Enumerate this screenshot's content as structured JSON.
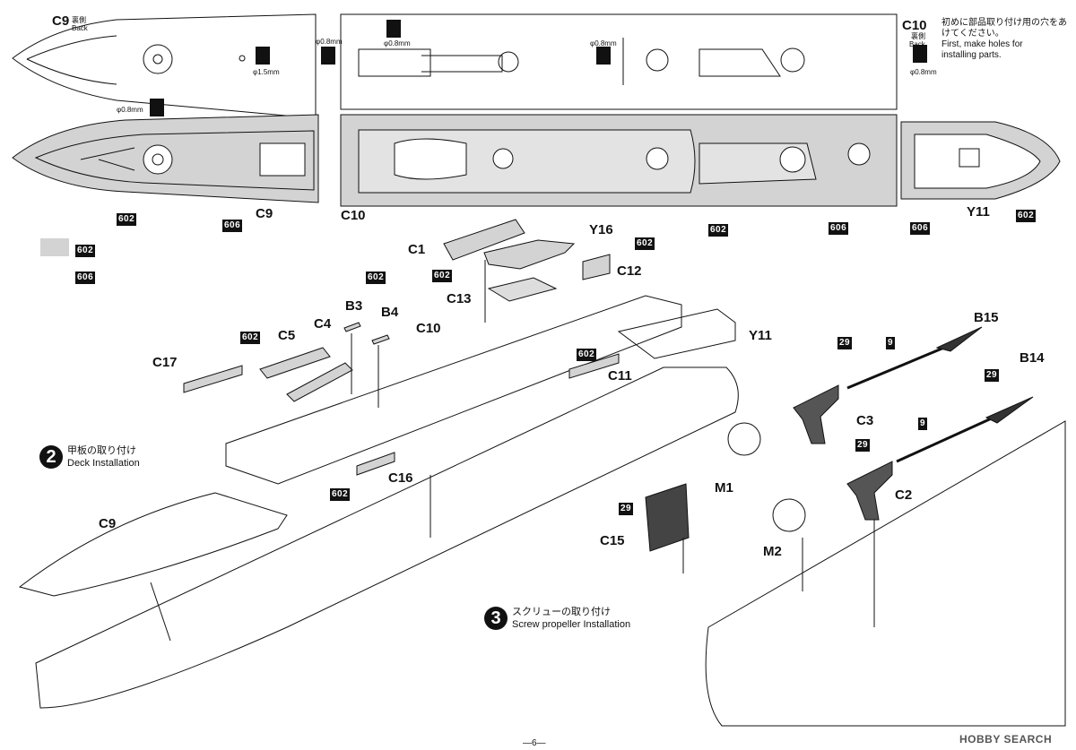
{
  "colors": {
    "paint_602": "#d3d3d3",
    "line": "#111111"
  },
  "top": {
    "c9_label": "C9",
    "c9_back": "裏側",
    "c9_back_en": "Back",
    "c10_label": "C10",
    "c10_back": "裏側",
    "c10_back_en": "Back",
    "hole_note_jp": "初めに部品取り付け用の穴をあけてください。",
    "hole_note_en_1": "First, make holes for",
    "hole_note_en_2": "installing parts.",
    "d08": "φ0.8mm",
    "d15": "φ1.5mm",
    "lbl_c9": "C9",
    "lbl_c10": "C10",
    "lbl_y11": "Y11",
    "code602": "602",
    "code606": "606"
  },
  "legend": {
    "c602": "602",
    "c606": "606"
  },
  "step2": {
    "num": "2",
    "jp": "甲板の取り付け",
    "en": "Deck Installation"
  },
  "step3": {
    "num": "3",
    "jp": "スクリューの取り付け",
    "en": "Screw propeller Installation"
  },
  "parts": {
    "C1": "C1",
    "Y16": "Y16",
    "C12": "C12",
    "C13": "C13",
    "B3": "B3",
    "B4": "B4",
    "C4": "C4",
    "C5": "C5",
    "C10": "C10",
    "Y11": "Y11",
    "C17": "C17",
    "C11": "C11",
    "C16": "C16",
    "C9": "C9",
    "B15": "B15",
    "B14": "B14",
    "C3": "C3",
    "C2": "C2",
    "M1": "M1",
    "M2": "M2",
    "C15": "C15"
  },
  "codes": {
    "p602": "602",
    "p29": "29",
    "p9": "9"
  },
  "page": "—6—",
  "watermark": "HOBBY SEARCH"
}
